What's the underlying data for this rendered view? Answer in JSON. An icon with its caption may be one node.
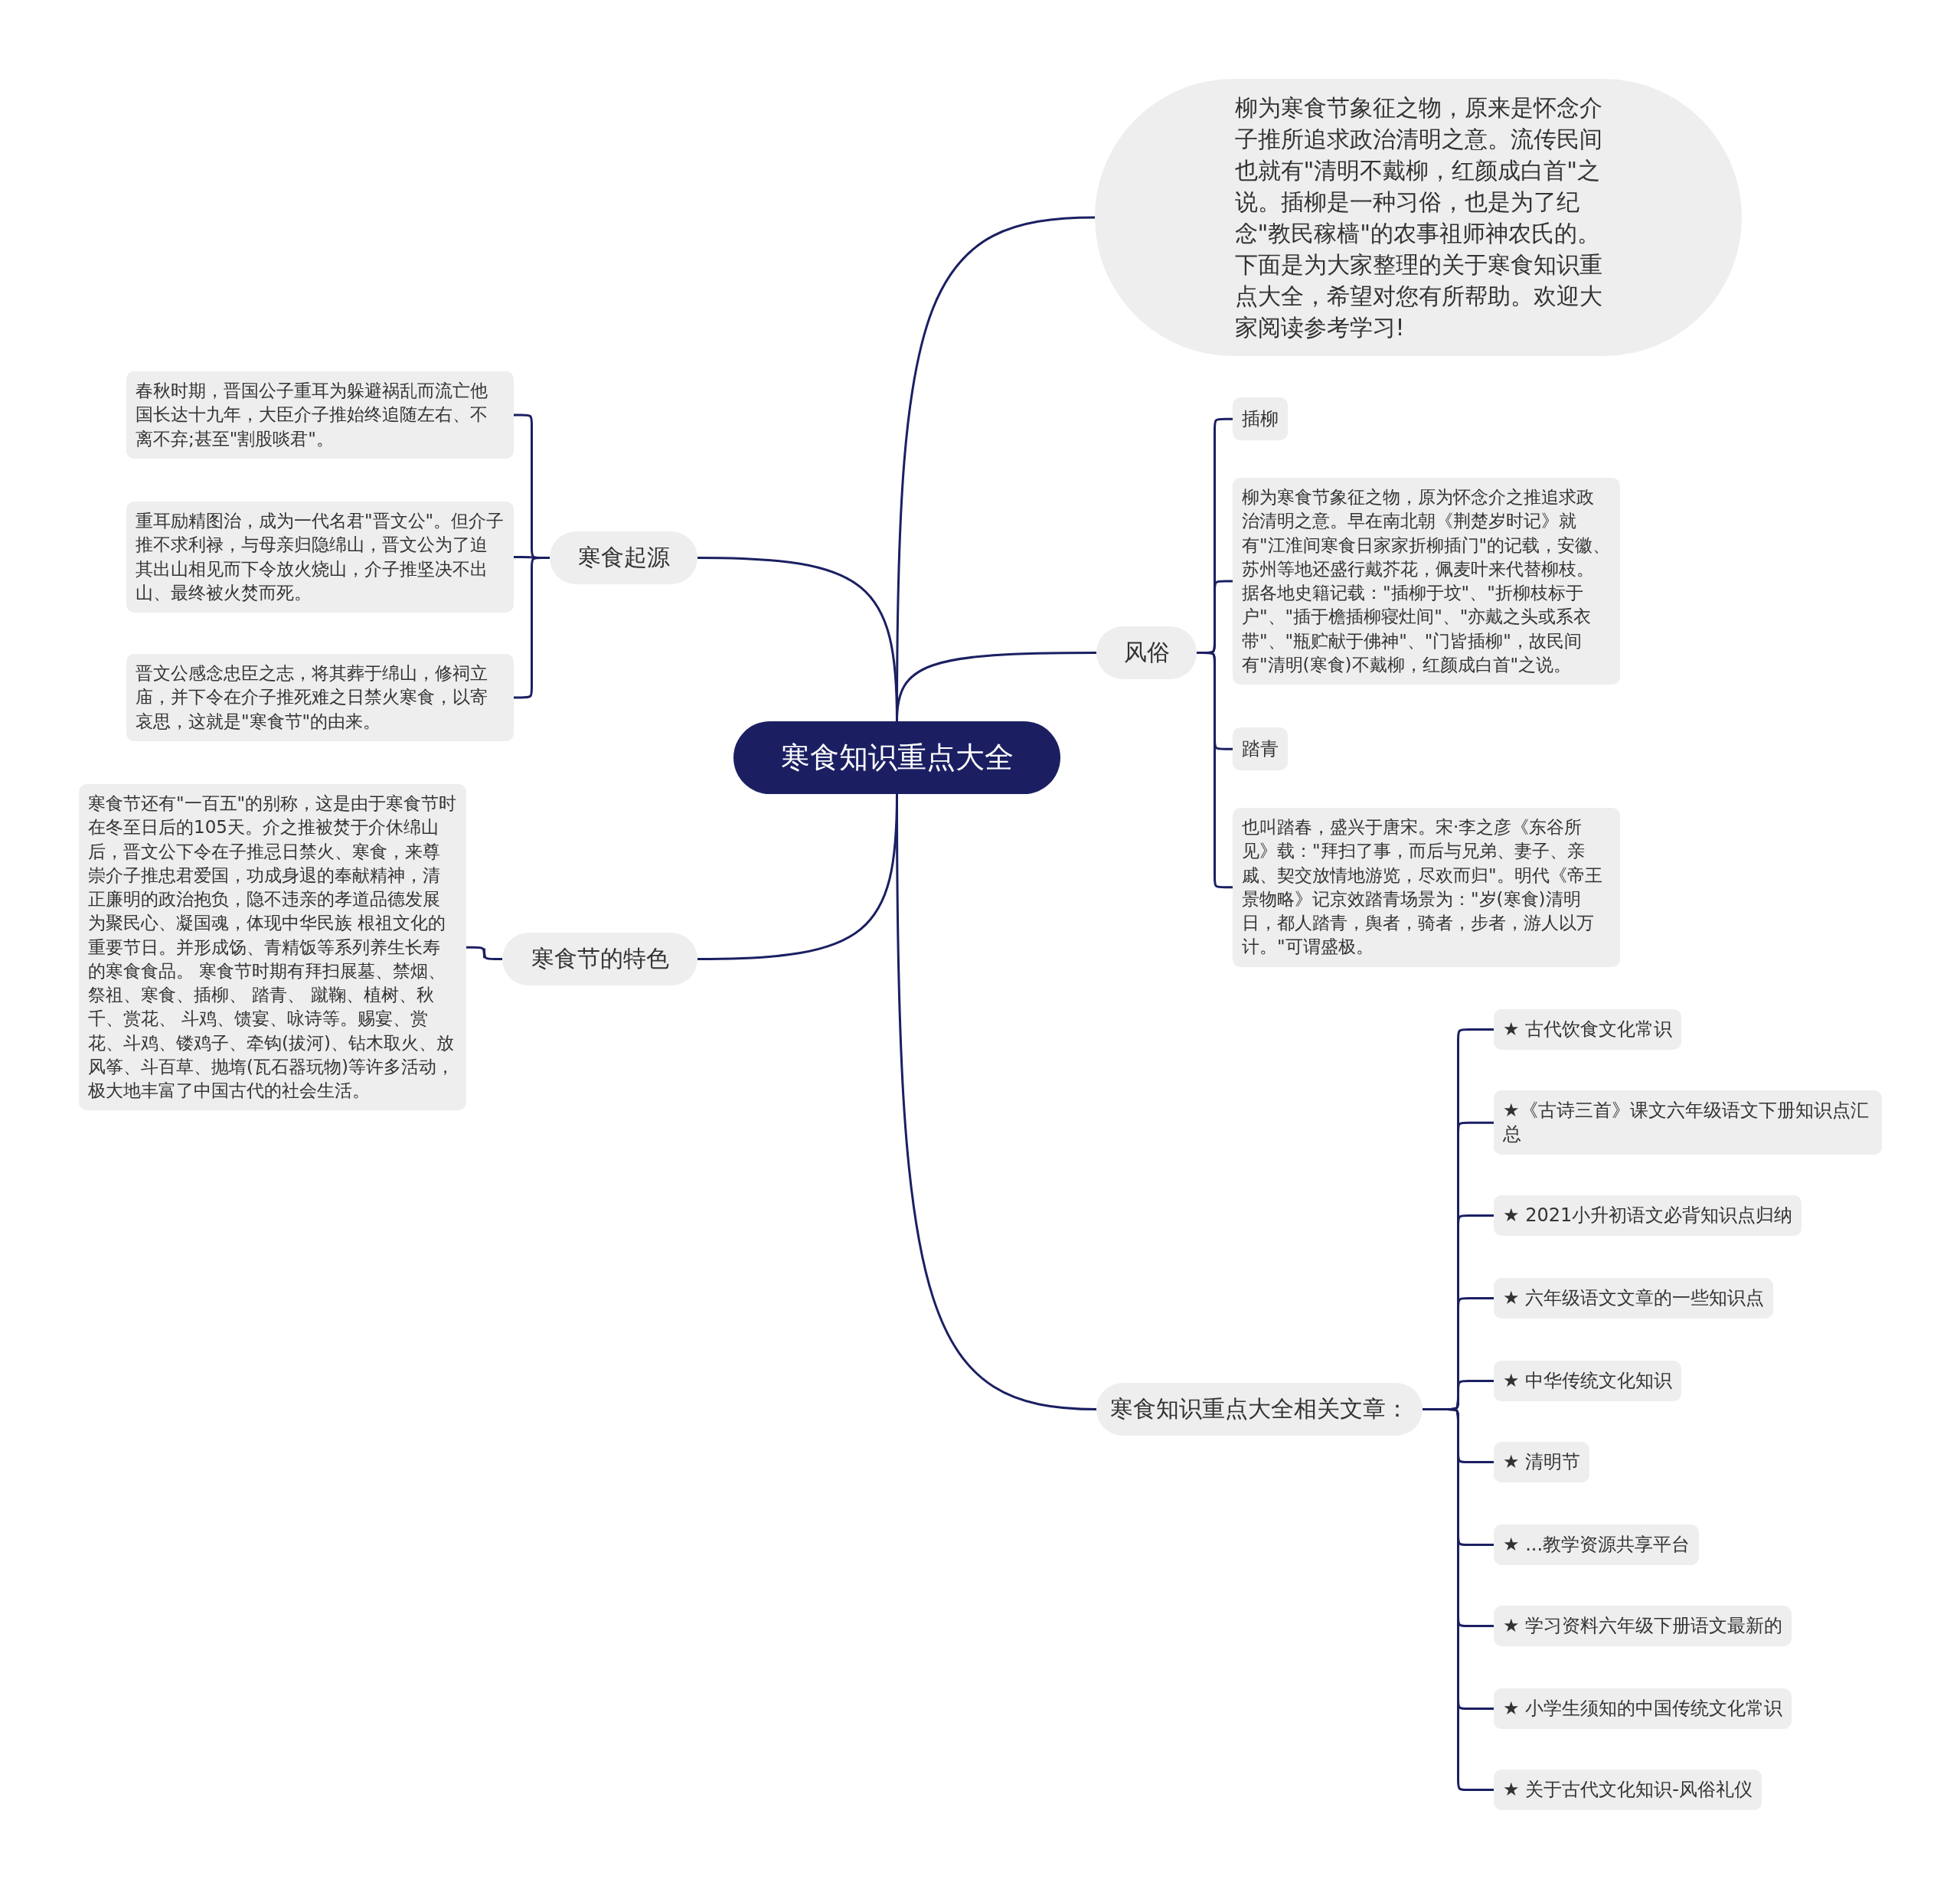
{
  "diagram": {
    "nodes": [
      {
        "text": [
          "寒食知识重点大全"
        ]
      },
      {
        "text": [
          "柳为寒食节象征之物，原来是怀念介子推所追求政治清明之意。流传民间也就有\"清明不戴柳，红颜成白首\"之说。插柳是一种习俗，也是为了纪念\"教民稼樯\"的农事祖师神农氏的。下面是为大家整理的关于寒食知识重点大全，希望对您有所帮助。欢迎大家阅读参考学习!"
        ]
      },
      {
        "text": [
          "寒食起源"
        ]
      },
      {
        "text": [
          "春秋时期，晋国公子重耳为躲避祸乱而流亡他国长达十九年，大臣介子推始终追随左右、不离不弃;甚至\"割股啖君\"。"
        ]
      },
      {
        "text": [
          "重耳励精图治，成为一代名君\"晋文公\"。但介子推不求利禄，与母亲归隐绵山，晋文公为了迫其出山相见而下令放火烧山，介子推坚决不出山、最终被火焚而死。"
        ]
      },
      {
        "text": [
          "晋文公感念忠臣之志，将其葬于绵山，修祠立庙，并下令在介子推死难之日禁火寒食，以寄哀思，这就是\"寒食节\"的由来。"
        ]
      },
      {
        "text": [
          "寒食节的特色"
        ]
      },
      {
        "text": [
          "寒食节还有\"一百五\"的别称，这是由于寒食节时在冬至日后的105天。介之推被焚于介休绵山后，晋文公下令在子推忌日禁火、寒食，来尊崇介子推忠君爱国，功成身退的奉献精神，清正廉明的政治抱负，隐不违亲的孝道品德发展为聚民心、凝国魂，体现中华民族 根祖文化的重要节日。并形成饧、青精饭等系列养生长寿的寒食食品。 寒食节时期有拜扫展墓、禁烟、祭祖、寒食、插柳、 踏青、 蹴鞠、植树、秋千、赏花、 斗鸡、馈宴、咏诗等。赐宴、赏花、斗鸡、镂鸡子、牵钩(拔河)、钻木取火、放风筝、斗百草、抛堶(瓦石器玩物)等许多活动，极大地丰富了中国古代的社会生活。"
        ]
      },
      {
        "text": [
          "风俗"
        ]
      },
      {
        "text": [
          "插柳"
        ]
      },
      {
        "text": [
          "柳为寒食节象征之物，原为怀念介之推追求政治清明之意。早在南北朝《荆楚岁时记》就有\"江淮间寒食日家家折柳插门\"的记载，安徽、苏州等地还盛行戴芥花，佩麦叶来代替柳枝。据各地史籍记载：\"插柳于坟\"、\"折柳枝标于户\"、\"插于檐插柳寝灶间\"、\"亦戴之头或系衣带\"、\"瓶贮献于佛神\"、\"门皆插柳\"，故民间有\"清明(寒食)不戴柳，红颜成白首\"之说。"
        ]
      },
      {
        "text": [
          "踏青"
        ]
      },
      {
        "text": [
          "也叫踏春，盛兴于唐宋。宋·李之彦《东谷所见》载：\"拜扫了事，而后与兄弟、妻子、亲戚、契交放情地游览，尽欢而归\"。明代《帝王景物略》记京效踏青场景为：\"岁(寒食)清明日，都人踏青，舆者，骑者，步者，游人以万计。\"可谓盛极。"
        ]
      },
      {
        "text": [
          "寒食知识重点大全相关文章："
        ]
      },
      {
        "text": [
          "★ 古代饮食文化常识"
        ]
      },
      {
        "text": [
          "★《古诗三首》课文六年级语文下册知识点汇总"
        ]
      },
      {
        "text": [
          "★ 2021小升初语文必背知识点归纳"
        ]
      },
      {
        "text": [
          "★ 六年级语文文章的一些知识点"
        ]
      },
      {
        "text": [
          "★ 中华传统文化知识"
        ]
      },
      {
        "text": [
          "★ 清明节"
        ]
      },
      {
        "text": [
          "★ ...教学资源共享平台"
        ]
      },
      {
        "text": [
          "★ 学习资料六年级下册语文最新的"
        ]
      },
      {
        "text": [
          "★ 小学生须知的中国传统文化常识"
        ]
      },
      {
        "text": [
          "★ 关于古代文化知识-风俗礼仪"
        ]
      }
    ],
    "edges": [
      {
        "from": 0,
        "to": 1,
        "arrow": "none"
      },
      {
        "from": 0,
        "to": 2,
        "arrow": "none"
      },
      {
        "from": 2,
        "to": 3,
        "arrow": "none"
      },
      {
        "from": 2,
        "to": 4,
        "arrow": "none"
      },
      {
        "from": 2,
        "to": 5,
        "arrow": "none"
      },
      {
        "from": 0,
        "to": 6,
        "arrow": "none"
      },
      {
        "from": 6,
        "to": 7,
        "arrow": "none"
      },
      {
        "from": 0,
        "to": 8,
        "arrow": "none"
      },
      {
        "from": 8,
        "to": 9,
        "arrow": "none"
      },
      {
        "from": 8,
        "to": 10,
        "arrow": "none"
      },
      {
        "from": 8,
        "to": 11,
        "arrow": "none"
      },
      {
        "from": 8,
        "to": 12,
        "arrow": "none"
      },
      {
        "from": 0,
        "to": 13,
        "arrow": "none"
      },
      {
        "from": 13,
        "to": 14,
        "arrow": "none"
      },
      {
        "from": 13,
        "to": 15,
        "arrow": "none"
      },
      {
        "from": 13,
        "to": 16,
        "arrow": "none"
      },
      {
        "from": 13,
        "to": 17,
        "arrow": "none"
      },
      {
        "from": 13,
        "to": 18,
        "arrow": "none"
      },
      {
        "from": 13,
        "to": 19,
        "arrow": "none"
      },
      {
        "from": 13,
        "to": 20,
        "arrow": "none"
      },
      {
        "from": 13,
        "to": 21,
        "arrow": "none"
      },
      {
        "from": 13,
        "to": 22,
        "arrow": "none"
      },
      {
        "from": 13,
        "to": 23,
        "arrow": "none"
      }
    ]
  }
}
